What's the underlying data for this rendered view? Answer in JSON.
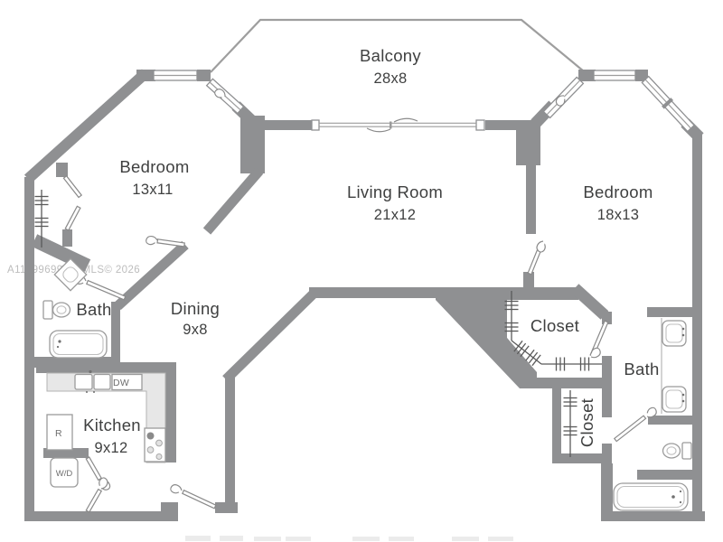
{
  "watermark": {
    "id": "A11999699",
    "mls": "SEFMLS© 2026"
  },
  "rooms": {
    "balcony": {
      "name": "Balcony",
      "dims": "28x8"
    },
    "living_room": {
      "name": "Living Room",
      "dims": "21x12"
    },
    "bedroom_left": {
      "name": "Bedroom",
      "dims": "13x11"
    },
    "bedroom_right": {
      "name": "Bedroom",
      "dims": "18x13"
    },
    "dining": {
      "name": "Dining",
      "dims": "9x8"
    },
    "kitchen": {
      "name": "Kitchen",
      "dims": "9x12"
    },
    "bath_left": {
      "name": "Bath"
    },
    "bath_right": {
      "name": "Bath"
    },
    "closet_walkin": {
      "name": "Closet"
    },
    "closet_second": {
      "name": "Closet"
    }
  },
  "appliances": {
    "dishwasher": "DW",
    "refrigerator": "R",
    "washer_dryer": "W/D"
  },
  "colors": {
    "wall": "#8f9092",
    "thin_line": "#9c9c9c",
    "rod_line": "#5a5a5a",
    "text": "#3f4040",
    "watermark": "#bdbdbd",
    "background": "#ffffff"
  }
}
